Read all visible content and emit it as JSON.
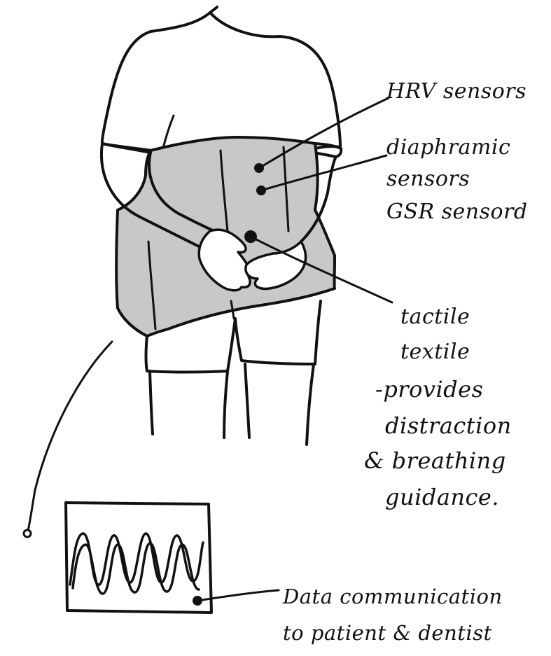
{
  "labels": {
    "hrv": "HRV sensors",
    "diaphragmatic_line1": "diaphramic",
    "diaphragmatic_line2": "sensors",
    "gsr": "GSR sensord",
    "tactile_line1": "tactile",
    "tactile_line2": "textile",
    "provides_line1": "-provides",
    "provides_line2": "distraction",
    "provides_line3": "& breathing",
    "provides_line4": "guidance.",
    "data_line1": "Data communication",
    "data_line2": "to patient & dentist"
  },
  "colors": {
    "ink": "#111111",
    "textile_fill": "#c8c8c8",
    "paper": "#ffffff"
  },
  "icons": {
    "sensor": "filled-dot",
    "waveform": "breathing-wave-trace"
  }
}
